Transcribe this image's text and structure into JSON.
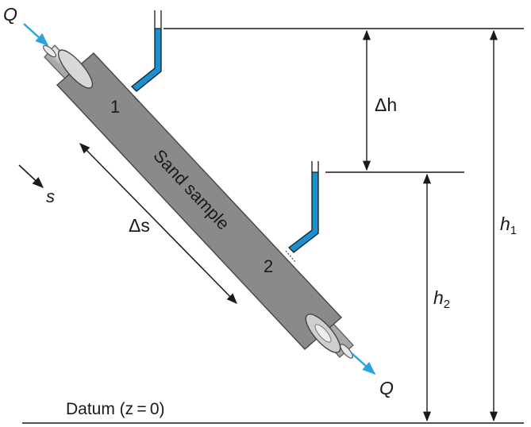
{
  "labels": {
    "flow_in": "Q",
    "flow_out": "Q",
    "direction": "s",
    "point_1": "1",
    "point_2": "2",
    "sample": "Sand sample",
    "delta_s": "Δs",
    "delta_h": "Δh",
    "h1": "h",
    "h1_sub": "1",
    "h2": "h",
    "h2_sub": "2",
    "datum": "Datum (z = 0)"
  },
  "colors": {
    "water": "#1a8fd1",
    "flow_arrow": "#2aa3e0",
    "line": "#1a1a1a",
    "tube_dark": "#8c8c8c",
    "tube_light": "#f2f2f2"
  }
}
